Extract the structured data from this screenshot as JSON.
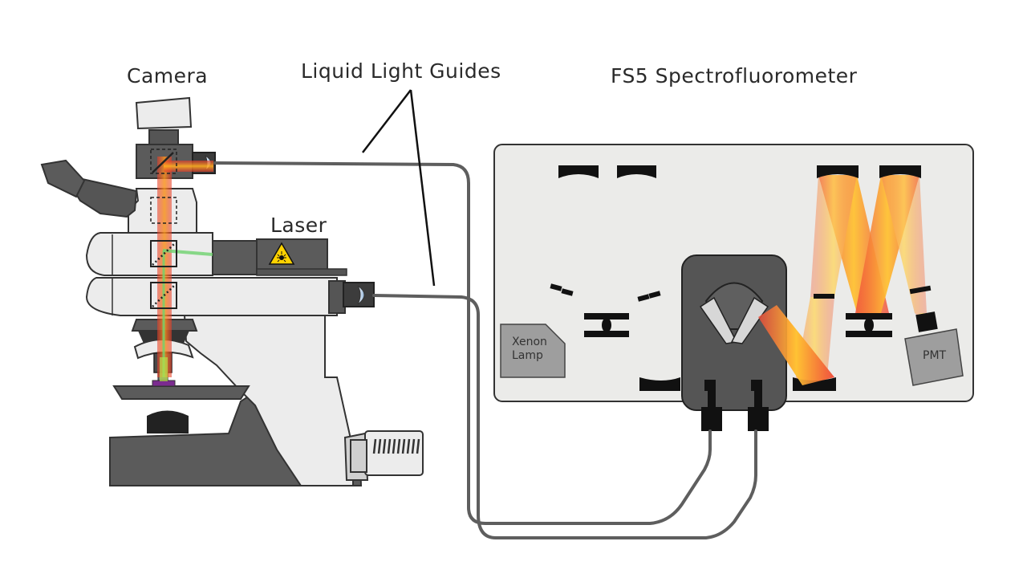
{
  "labels": {
    "camera": "Camera",
    "light_guides": "Liquid Light Guides",
    "spectrofluorometer": "FS5 Spectrofluorometer",
    "laser": "Laser",
    "xenon_lamp_line1": "Xenon",
    "xenon_lamp_line2": "Lamp",
    "pmt": "PMT"
  },
  "colors": {
    "body_light": "#ececec",
    "body_mid": "#d8d8d8",
    "body_dark": "#555555",
    "beam_orange": "#f7941d",
    "beam_red": "#e8392b",
    "beam_yellow": "#ffd43b",
    "beam_green": "#6fd36f",
    "guide_gray": "#5e5e5e",
    "sample_purple": "#7b2b8f",
    "panel_bg": "#ebebe9"
  },
  "icons": [
    "laser-warning-icon",
    "lens-icon",
    "beam-splitter-icon",
    "grating-icon",
    "mirror-icon",
    "slit-icon"
  ]
}
